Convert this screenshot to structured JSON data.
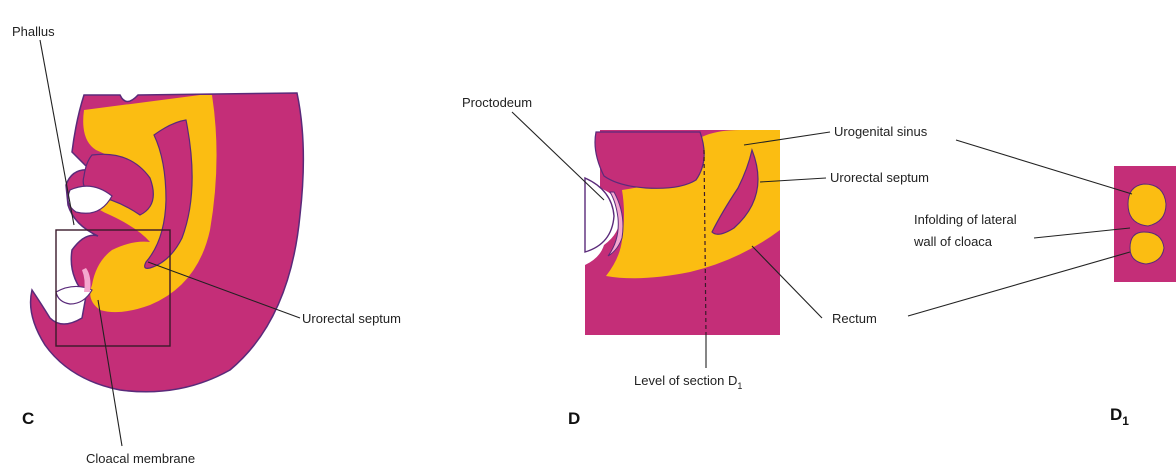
{
  "colors": {
    "tissue": "#c42e78",
    "lumen": "#fbbd12",
    "outline": "#5a2a7a",
    "membrane": "#f4a8cf",
    "line": "#222222"
  },
  "panel_c": {
    "letter": "C",
    "label_phallus": "Phallus",
    "label_urorectal_septum": "Urorectal septum",
    "label_cloacal_membrane": "Cloacal membrane"
  },
  "panel_d": {
    "letter": "D",
    "label_proctodeum": "Proctodeum",
    "label_urogenital_sinus": "Urogenital sinus",
    "label_urorectal_septum": "Urorectal septum",
    "label_infolding_line1": "Infolding of lateral",
    "label_infolding_line2": "wall of cloaca",
    "label_rectum": "Rectum",
    "label_level_prefix": "Level of section D",
    "label_level_subscript": "1"
  },
  "panel_d1": {
    "letter": "D",
    "letter_subscript": "1"
  }
}
